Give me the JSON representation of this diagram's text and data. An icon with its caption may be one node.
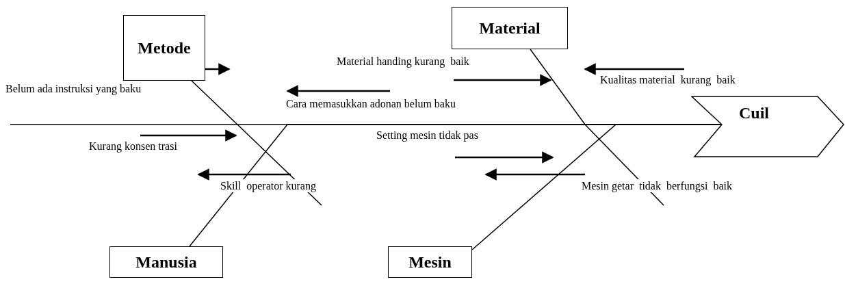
{
  "diagram": {
    "nodes": [
      {
        "text": [
          "Metode"
        ]
      },
      {
        "text": [
          "Material"
        ]
      },
      {
        "text": [
          "Cuil"
        ]
      },
      {
        "text": [
          "Manusia"
        ]
      },
      {
        "text": [
          "Mesin"
        ]
      }
    ],
    "edges": [
      {
        "from": 0,
        "to": 2,
        "arrow": "none"
      },
      {
        "from": 1,
        "to": 2,
        "arrow": "none"
      },
      {
        "from": 3,
        "to": 2,
        "arrow": "none"
      },
      {
        "from": 4,
        "to": 2,
        "arrow": "none"
      }
    ],
    "labels": [
      "Material handing kurang  baik",
      "Kualitas material  kurang  baik",
      "Belum ada instruksi yang baku",
      "Cara memasukkan adonan belum baku",
      "Setting mesin tidak pas",
      "Kurang konsen trasi",
      "Skill  operator kurang",
      "Mesin getar  tidak  berfungsi  baik"
    ]
  }
}
